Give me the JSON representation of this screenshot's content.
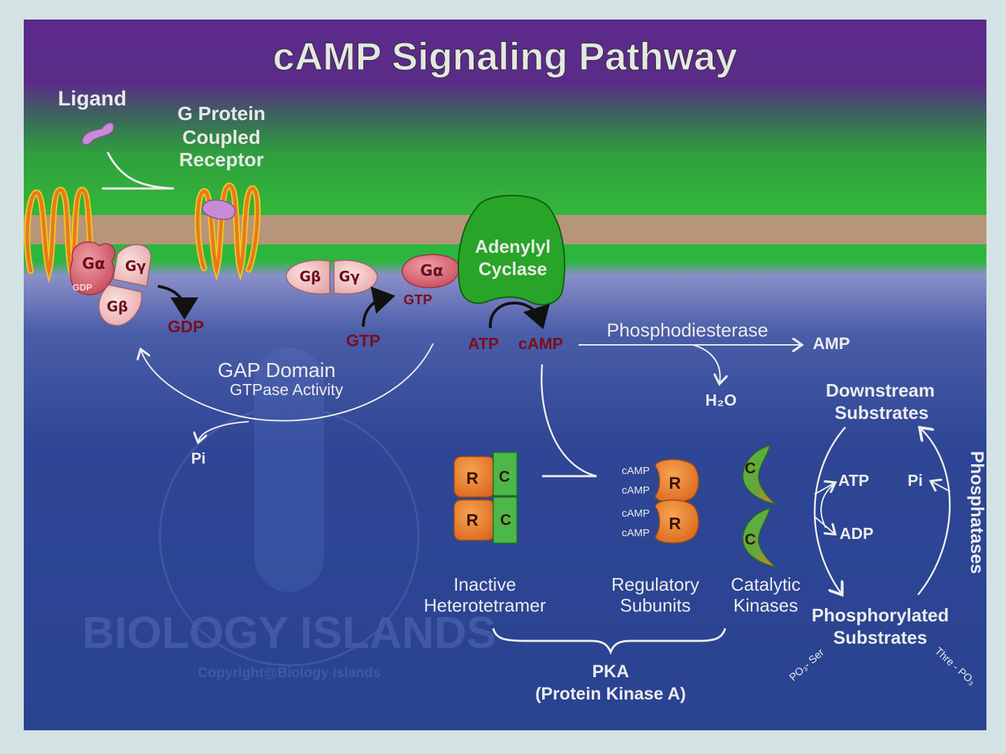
{
  "title": "cAMP Signaling Pathway",
  "watermark": {
    "logo_text": "BIOLOGY ISLANDS",
    "copyright": "Copyright@Biology Islands"
  },
  "colors": {
    "background_top": "#5b2a8a",
    "background_bottom": "#2a4391",
    "membrane_green": "#2cb63d",
    "membrane_core": "#b7957b",
    "cyclase_green": "#28a428",
    "regulatory_orange": "#e87a25",
    "catalytic_green": "#4cb84a",
    "g_protein_pink": "#f1c2c0",
    "g_alpha_red": "#c74a59",
    "label_dark_red": "#7a0f1c"
  },
  "labels": {
    "ligand": "Ligand",
    "gpcr": [
      "G Protein",
      "Coupled",
      "Receptor"
    ],
    "g_alpha": "Gα",
    "g_beta": "Gβ",
    "g_gamma": "Gγ",
    "gdp_small": "GDP",
    "gdp_released": "GDP",
    "gtp_in": "GTP",
    "gtp_bound": "GTP",
    "gap_title": "GAP Domain",
    "gap_sub": "GTPase Activity",
    "pi_left": "Pi",
    "adenylyl_cyclase": [
      "Adenylyl",
      "Cyclase"
    ],
    "atp": "ATP",
    "camp": "cAMP",
    "phosphodiesterase": "Phosphodiesterase",
    "amp": "AMP",
    "h2o": "H₂O",
    "downstream": [
      "Downstream",
      "Substrates"
    ],
    "atp_right": "ATP",
    "adp_right": "ADP",
    "pi_right": "Pi",
    "phosphatases": "Phosphatases",
    "phosphorylated": [
      "Phosphorylated",
      "Substrates"
    ],
    "po3_ser": "PO₃- Ser",
    "thre_po3": "Thre - PO₃",
    "r": "R",
    "c": "C",
    "camp_small": "cAMP",
    "inactive": [
      "Inactive",
      "Heterotetramer"
    ],
    "regulatory": [
      "Regulatory",
      "Subunits"
    ],
    "catalytic": [
      "Catalytic",
      "Kinases"
    ],
    "pka": "PKA",
    "pka_full": "(Protein Kinase A)"
  }
}
